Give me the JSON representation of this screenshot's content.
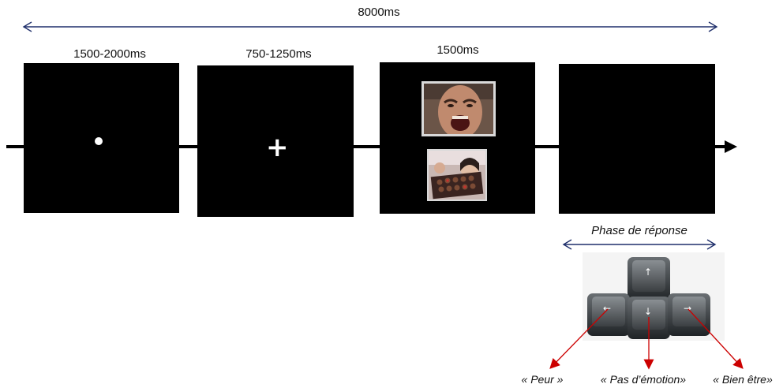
{
  "timing": {
    "total": "8000ms",
    "fixation_dot": "1500-2000ms",
    "fixation_cross": "750-1250ms",
    "stimuli": "1500ms"
  },
  "stimuli": {
    "top_image": "angry-face-photo",
    "bottom_image": "chocolates-photo"
  },
  "response_phase": {
    "label": "Phase de réponse",
    "keys": [
      {
        "arrow": "←",
        "response": "« Peur »"
      },
      {
        "arrow": "↓",
        "response": "« Pas d’émotion»"
      },
      {
        "arrow": "→",
        "response": "« Bien être»"
      }
    ],
    "up_key_arrow": "↑"
  },
  "colors": {
    "screen": "#000000",
    "span_arrow": "#1f2f6b",
    "response_arrow": "#cc0000",
    "symbol": "#ffffff"
  }
}
